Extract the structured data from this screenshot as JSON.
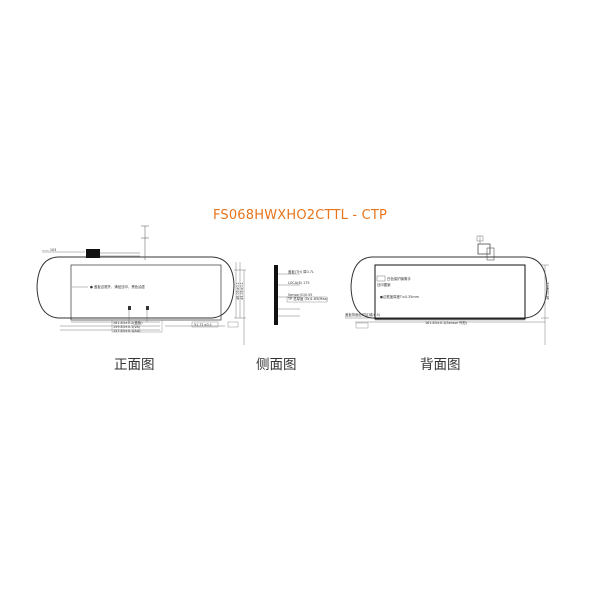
{
  "title": "FS068HWXHO2CTTL - CTP",
  "views": {
    "front": "正面图",
    "side": "侧面图",
    "back": "背面图"
  },
  "colors": {
    "title": "#e8741c",
    "line": "#333333",
    "dimension": "#555555"
  }
}
